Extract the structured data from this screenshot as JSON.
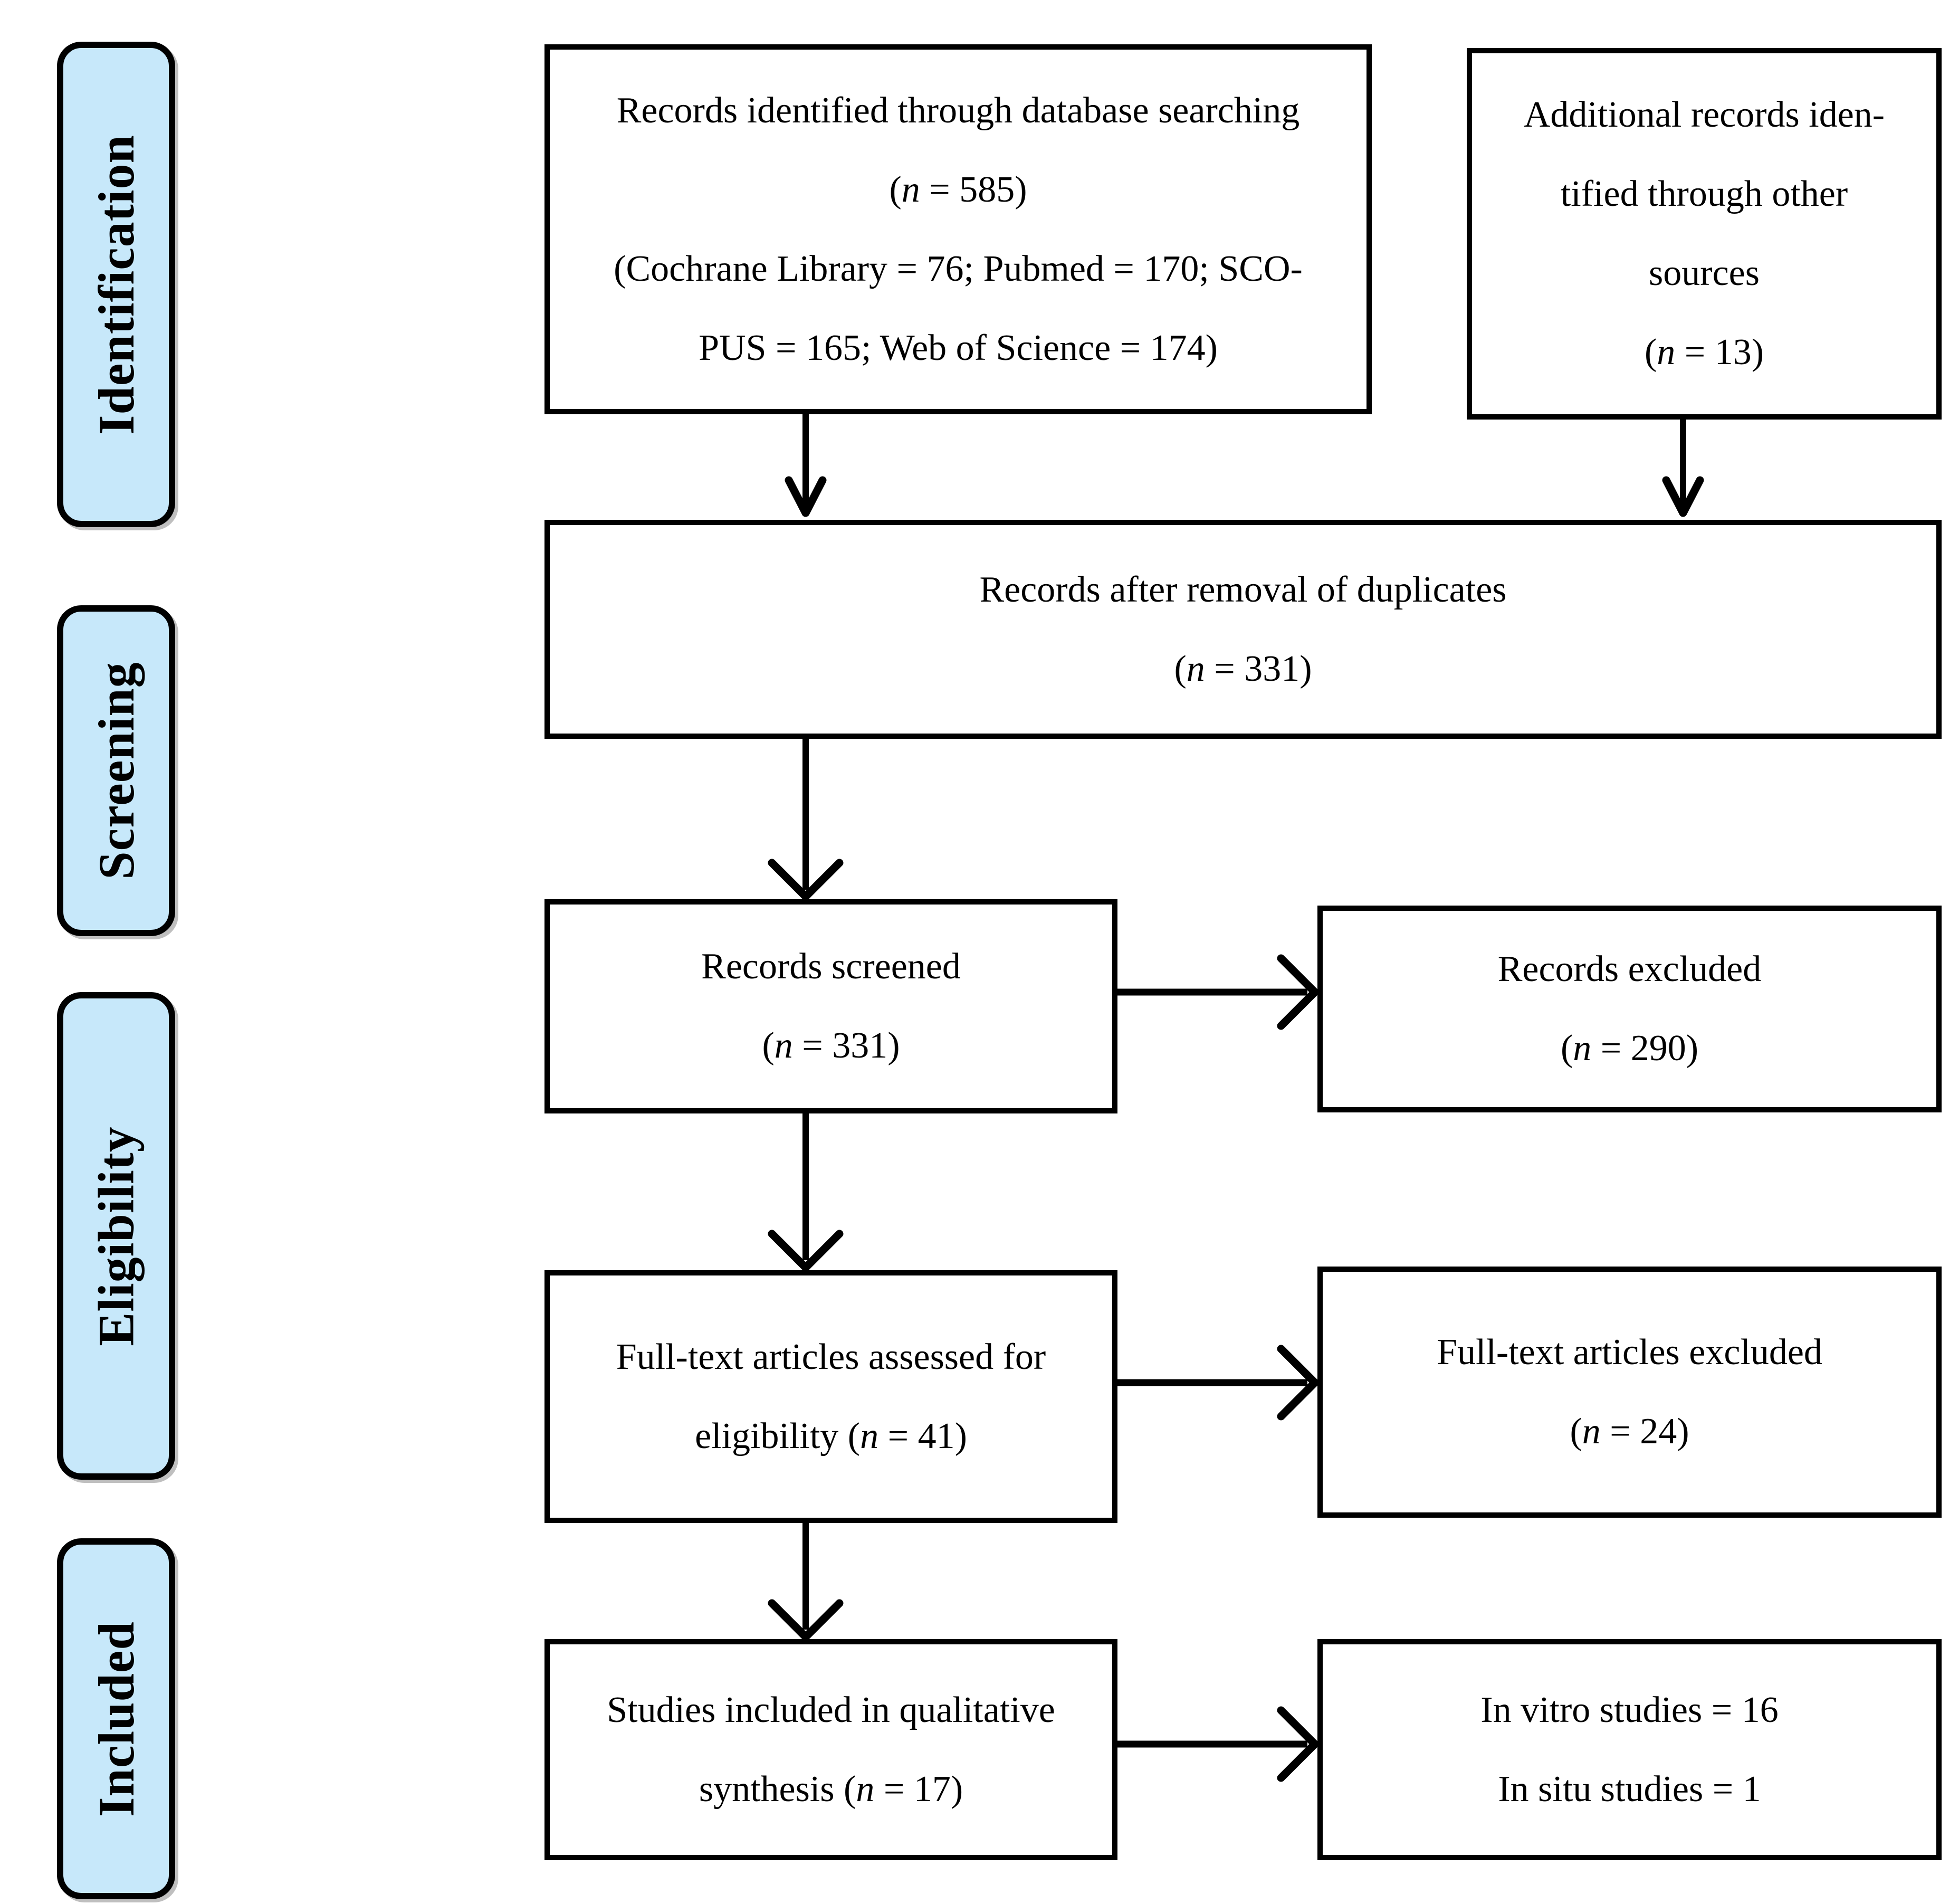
{
  "colors": {
    "stage_fill": "#C7E8FA",
    "box_fill": "#FFFFFF",
    "line": "#000000"
  },
  "sidebar": {
    "stages": [
      {
        "label": "Identification"
      },
      {
        "label": "Screening"
      },
      {
        "label": "Eligibility"
      },
      {
        "label": "Included"
      }
    ]
  },
  "boxes": {
    "identified": {
      "lines": [
        "Records identified through database searching",
        "(n = 585)",
        "(Cochrane Library = 76; Pubmed = 170; SCO-",
        "PUS = 165; Web of Science = 174)"
      ]
    },
    "additional": {
      "lines": [
        "Additional records iden-",
        "tified through other",
        "sources",
        "(n = 13)"
      ]
    },
    "duplicates": {
      "lines": [
        "Records after removal of duplicates",
        "(n = 331)"
      ]
    },
    "screened": {
      "lines": [
        "Records screened",
        "(n = 331)"
      ]
    },
    "records_excluded": {
      "lines": [
        "Records excluded",
        "(n = 290)"
      ]
    },
    "fulltext_assessed": {
      "lines": [
        "Full-text articles assessed for",
        "eligibility (n = 41)"
      ]
    },
    "fulltext_excluded": {
      "lines": [
        "Full-text articles excluded",
        "(n = 24)"
      ]
    },
    "qualitative_synthesis": {
      "lines": [
        "Studies included in qualitative",
        "synthesis (n = 17)"
      ]
    },
    "study_breakdown": {
      "lines": [
        "In vitro studies = 16",
        "In situ studies = 1"
      ]
    }
  }
}
